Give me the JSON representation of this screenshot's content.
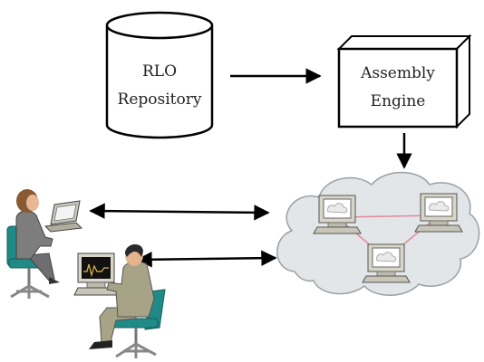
{
  "repository": {
    "line1": "RLO",
    "line2": "Repository"
  },
  "engine": {
    "line1": "Assembly",
    "line2": "Engine"
  },
  "colors": {
    "stroke": "#000000",
    "cloud_fill": "#e2e6e8",
    "cloud_stroke": "#9aa0a4",
    "network_link": "#e08a9a",
    "monitor_body": "#d8d6c8",
    "chair": "#1f8a86",
    "woman_top": "#7d7d7d",
    "man_suit": "#a7a386"
  },
  "icons": [
    "database-cylinder-icon",
    "3d-box-icon",
    "cloud-network-icon",
    "computer-icon",
    "woman-with-laptop-icon",
    "man-at-computer-icon"
  ]
}
